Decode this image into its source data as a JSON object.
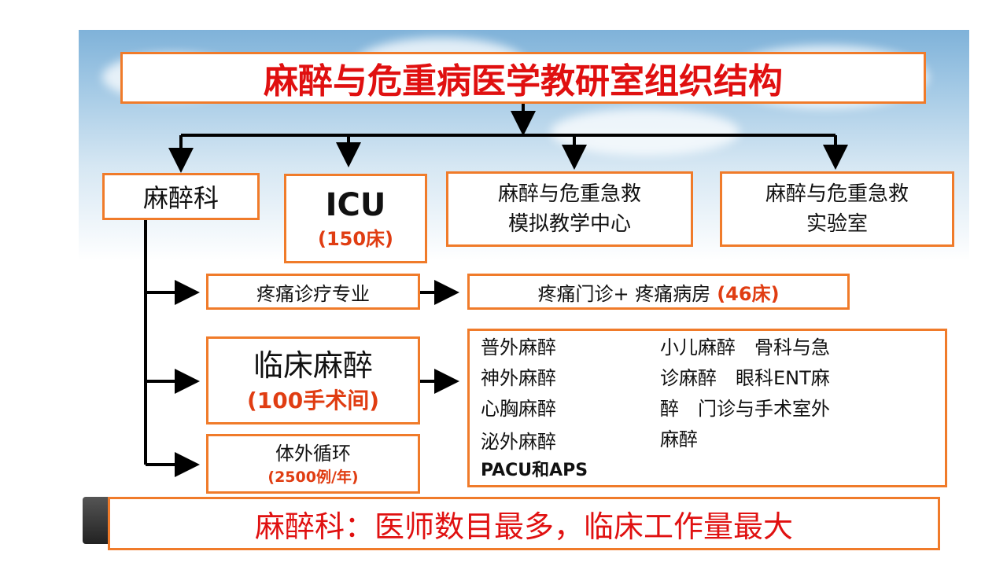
{
  "title": "麻醉与危重病医学教研室组织结构",
  "top_units": {
    "anesthesia_dept": "麻醉科",
    "icu": {
      "name": "ICU",
      "beds": "(150床)"
    },
    "sim_center": {
      "line1": "麻醉与危重急救",
      "line2": "模拟教学中心"
    },
    "lab": {
      "line1": "麻醉与危重急救",
      "line2": "实验室"
    }
  },
  "branches": {
    "pain": {
      "label": "疼痛诊疗专业",
      "detail": "疼痛门诊+ 疼痛病房",
      "beds": "(46床)"
    },
    "clinical": {
      "label": "临床麻醉",
      "rooms": "(100手术间)",
      "subspecialties_col1": [
        "普外麻醉",
        "神外麻醉",
        "心胸麻醉",
        "泌外麻醉",
        "PACU和APS"
      ],
      "subspecialties_col2": [
        "小儿麻醉　骨科与急",
        "诊麻醉　眼科ENT麻",
        "醉　门诊与手术室外",
        "麻醉"
      ]
    },
    "cpb": {
      "label": "体外循环",
      "cases": "(2500例/年)"
    }
  },
  "footer": "麻醉科：医师数目最多，临床工作量最大",
  "colors": {
    "border": "#f07b2a",
    "accent_red": "#e03d12",
    "arrow": "#000000"
  }
}
